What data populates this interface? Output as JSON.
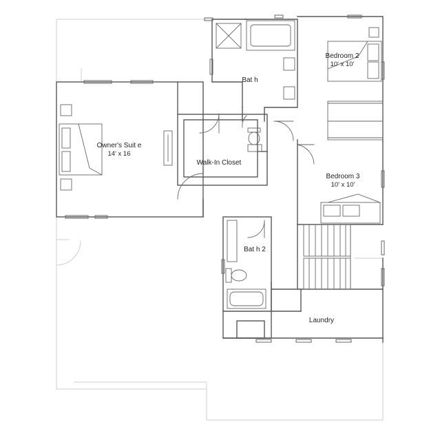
{
  "rooms": {
    "bath": {
      "name": "Bat h"
    },
    "bedroom_2": {
      "name": "Bedroom 2",
      "dimensions": "10' x 10'"
    },
    "owners_suite": {
      "name": "Owner's Suit e",
      "dimensions": "14' x 16"
    },
    "walk_in_closet": {
      "name": "Walk-In Closet"
    },
    "bedroom_3": {
      "name": "Bedroom 3",
      "dimensions": "10' x 10'"
    },
    "bath_2": {
      "name": "Bat h 2"
    },
    "laundry": {
      "name": "Laundry"
    }
  },
  "colors": {
    "wall": "#555555",
    "outline": "#cfcfcf",
    "fixture": "#666666"
  }
}
